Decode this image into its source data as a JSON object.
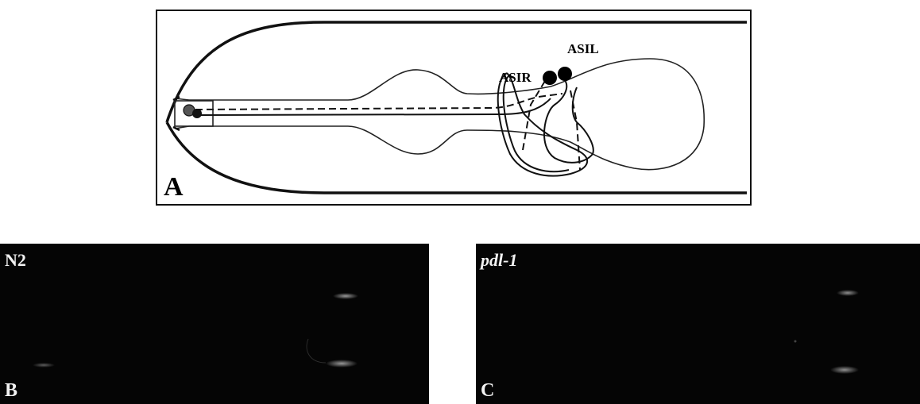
{
  "panel_a": {
    "letter": "A",
    "labels": {
      "asir": "ASIR",
      "asil": "ASIL"
    }
  },
  "panel_b": {
    "strain": "N2",
    "letter": "B"
  },
  "panel_c": {
    "strain": "pdl-1",
    "letter": "C"
  },
  "colors": {
    "outline": "#111111",
    "micrograph_bg": "#050505",
    "fluorescence": "#9a9a9a",
    "text_on_dark": "#f2f2f2"
  }
}
